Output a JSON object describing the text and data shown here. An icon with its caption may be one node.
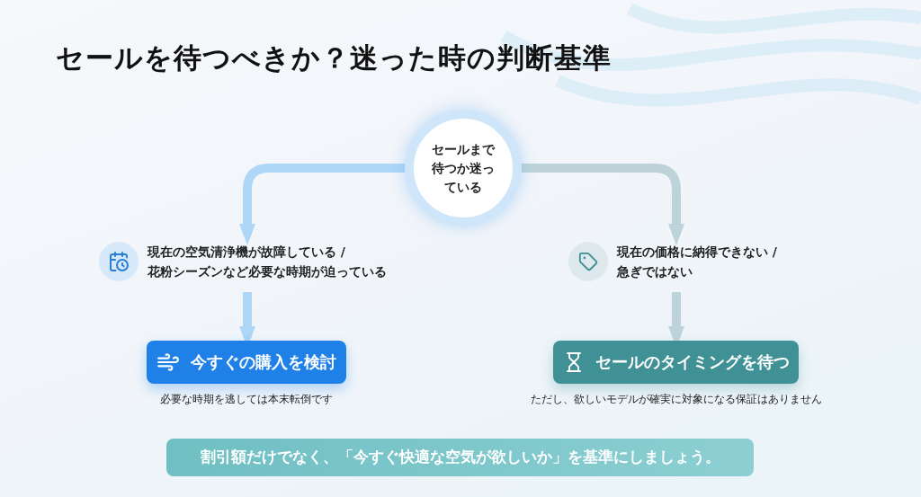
{
  "diagram": {
    "title": "セールを待つべきか？迷った時の判断基準",
    "nodes": [
      {
        "text": [
          "セールまで待つか迷っている"
        ]
      },
      {
        "text": [
          "現在の空気清浄機が故障している / 花粉シーズンなど必要な時期が迫っている"
        ]
      },
      {
        "text": [
          "現在の価格に納得できない / 急ぎではない"
        ]
      },
      {
        "text": [
          "今すぐの購入を検討"
        ],
        "beside": [
          "必要な時期を逃しては本末転倒です"
        ]
      },
      {
        "text": [
          "セールのタイミングを待つ"
        ],
        "beside": [
          "ただし、欲しいモデルが確実に対象になる保証はありません"
        ]
      },
      {
        "text": [
          "割引額だけでなく、「今すぐ快適な空気が欲しいか」を基準にしましょう。"
        ]
      }
    ],
    "edges": [
      {
        "from": 0,
        "to": 1,
        "arrow": "to",
        "color": "#aed6f7"
      },
      {
        "from": 0,
        "to": 2,
        "arrow": "to",
        "color": "#bed3d9"
      },
      {
        "from": 1,
        "to": 3,
        "arrow": "to",
        "color": "#aed6f7"
      },
      {
        "from": 2,
        "to": 4,
        "arrow": "to",
        "color": "#bed3d9"
      }
    ]
  }
}
